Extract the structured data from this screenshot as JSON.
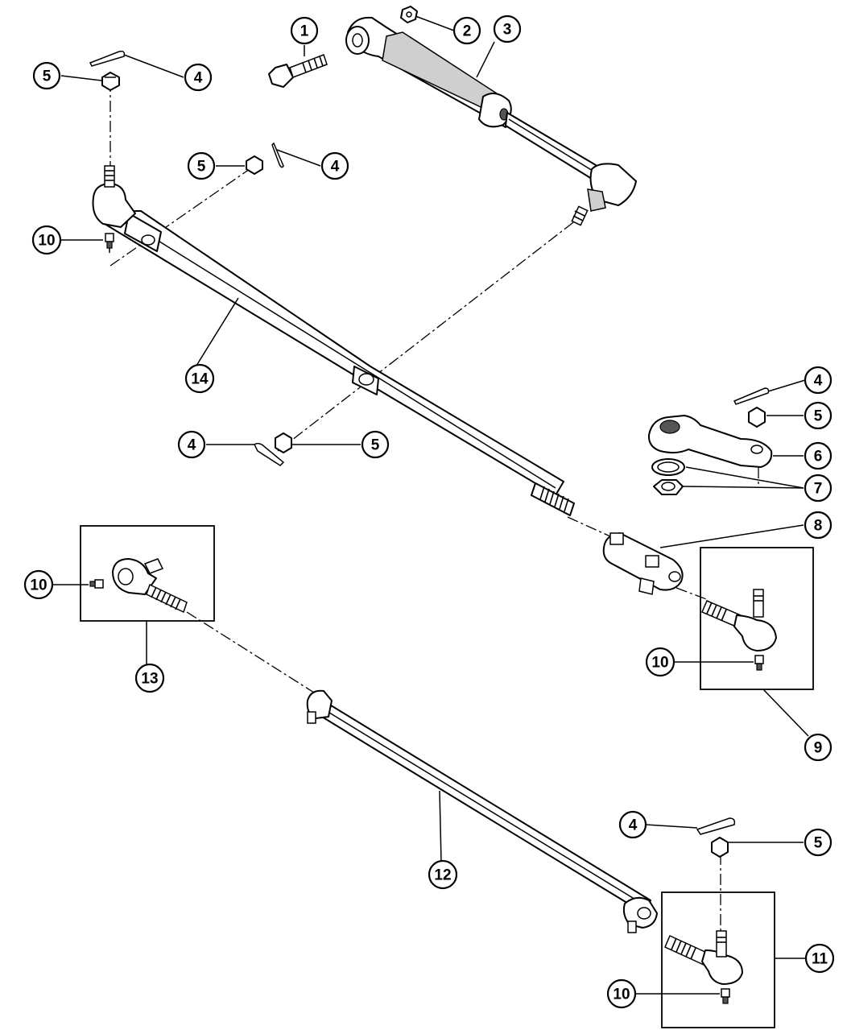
{
  "callouts": {
    "c1": "1",
    "c2": "2",
    "c3": "3",
    "c4a": "4",
    "c4b": "4",
    "c4c": "4",
    "c4d": "4",
    "c4e": "4",
    "c5a": "5",
    "c5b": "5",
    "c5c": "5",
    "c5d": "5",
    "c5e": "5",
    "c6": "6",
    "c7": "7",
    "c8": "8",
    "c9": "9",
    "c10a": "10",
    "c10b": "10",
    "c10c": "10",
    "c10d": "10",
    "c11": "11",
    "c12": "12",
    "c13": "13",
    "c14": "14"
  }
}
